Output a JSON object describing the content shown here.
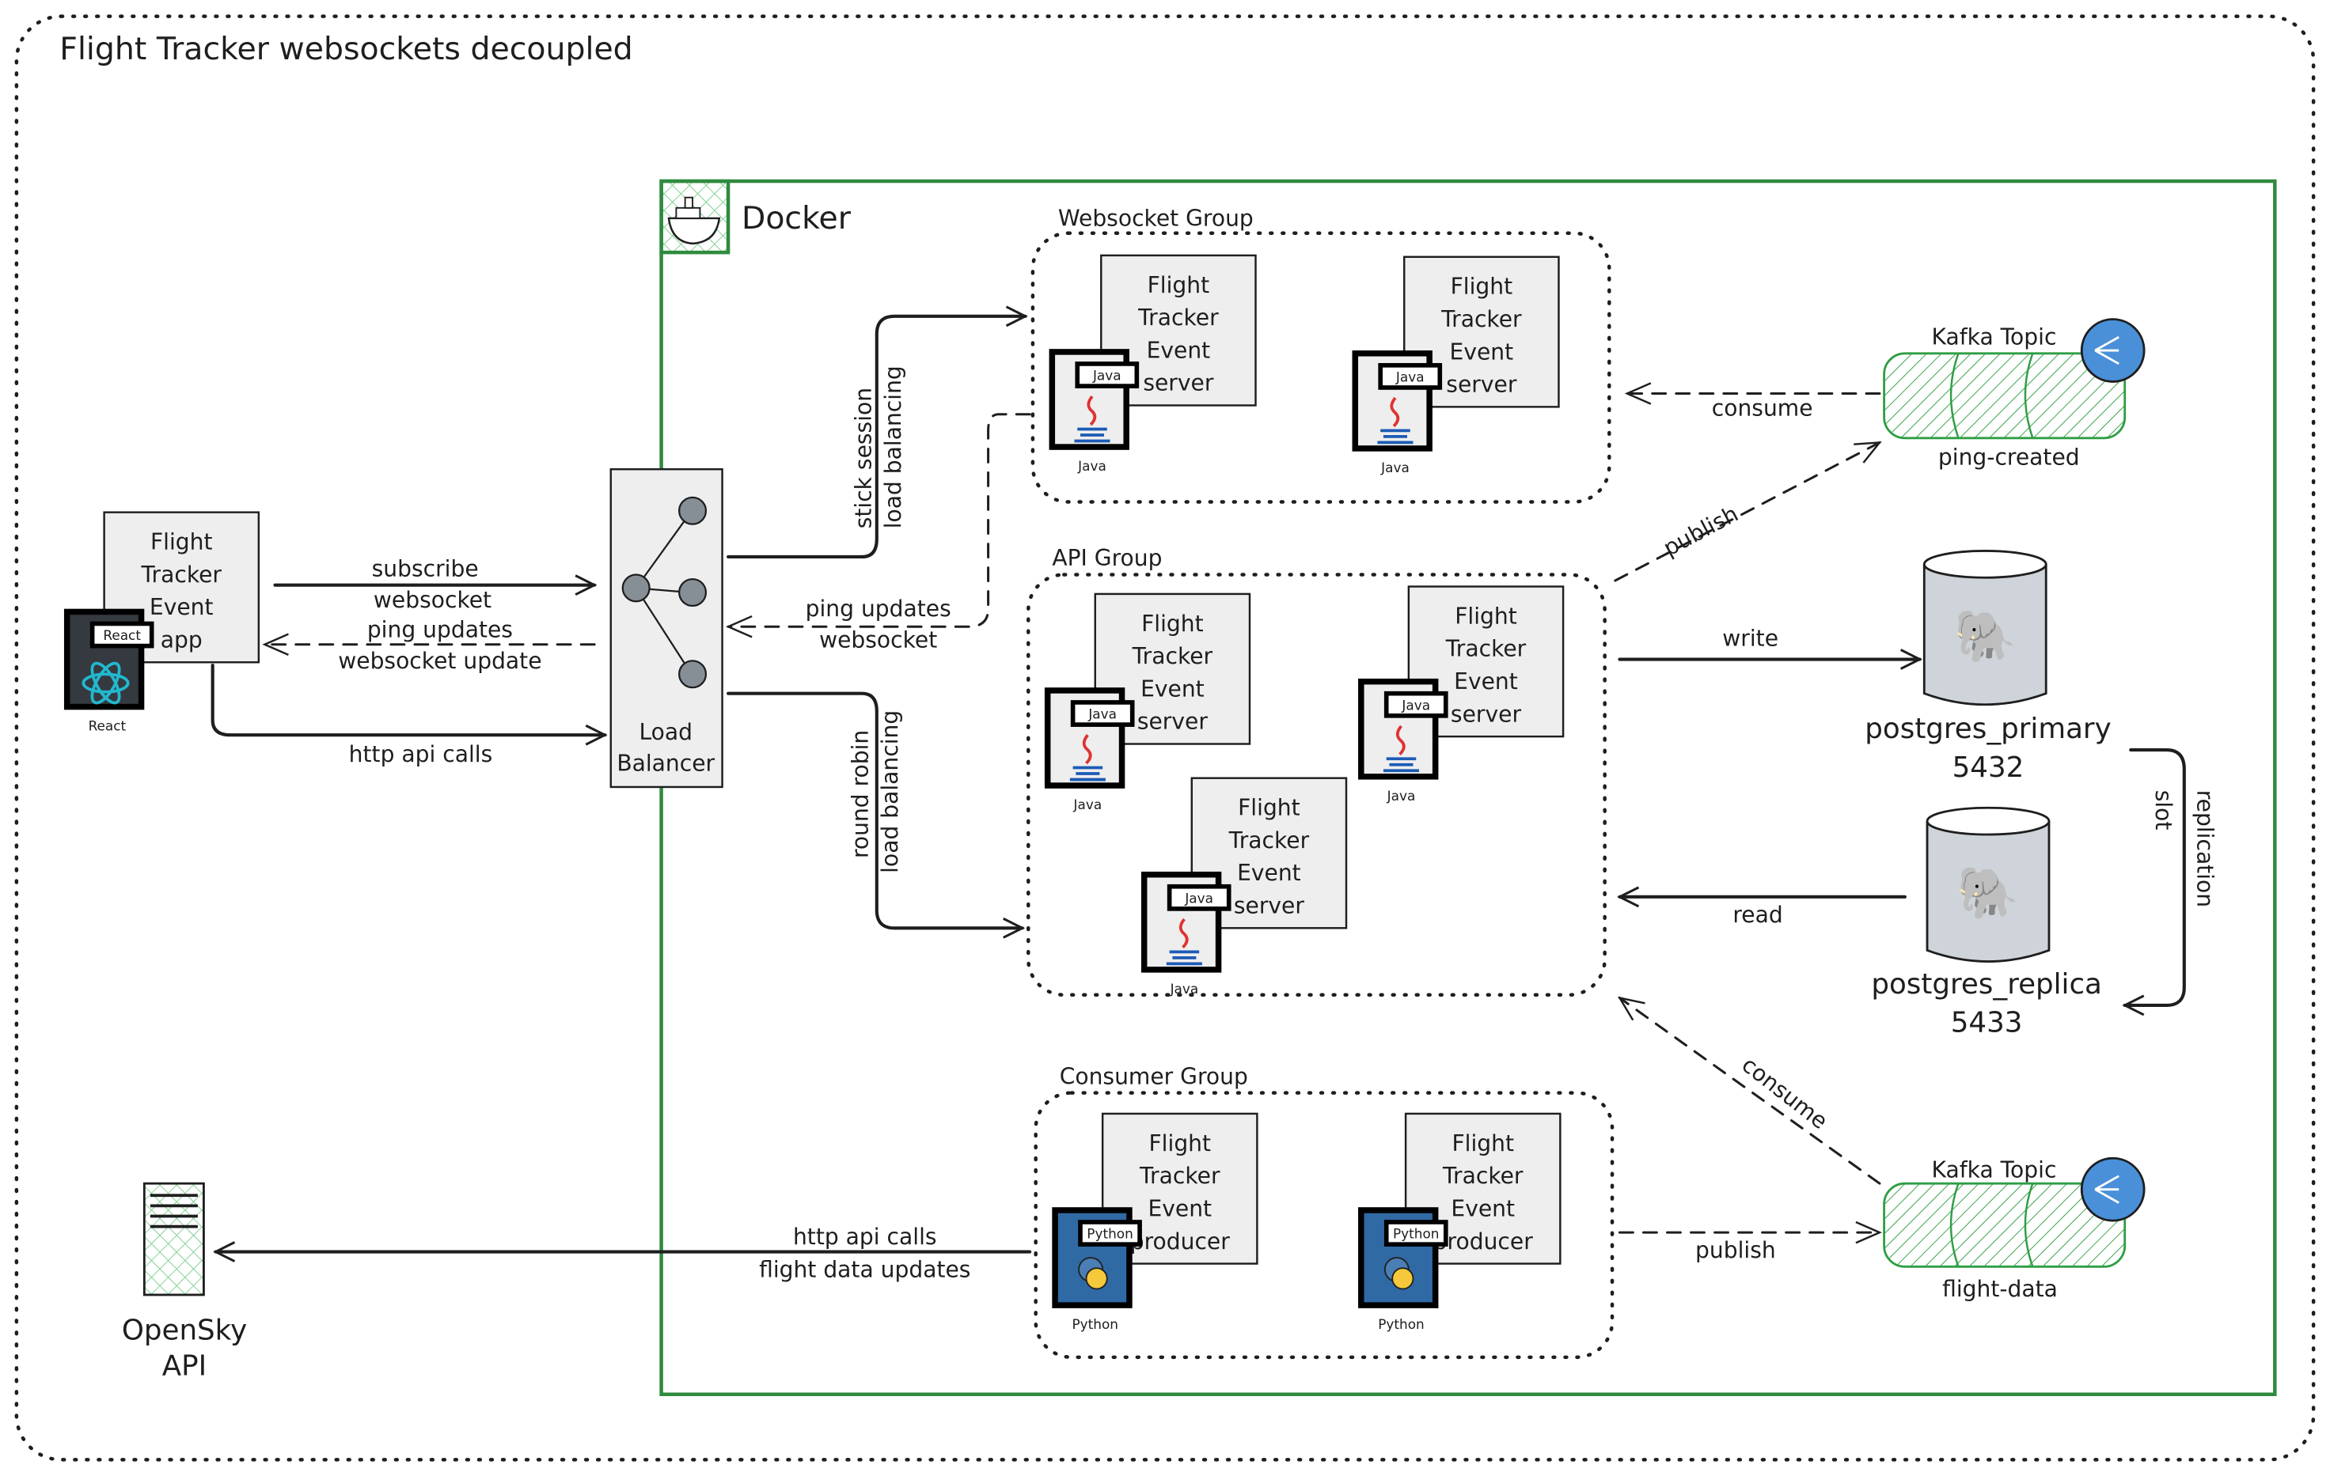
{
  "title": "Flight Tracker websockets decoupled",
  "colors": {
    "docker_border": "#2f8a3e",
    "kafka_fill": "#7ed18f",
    "kafka_icon": "#4a90d9",
    "postgres_fill": "#ced4da",
    "box_fill": "#eeeeee",
    "python_blue": "#2f6aa5"
  },
  "docker": {
    "label": "Docker",
    "icon": "docker-whale-icon"
  },
  "groups": {
    "websocket": "Websocket Group",
    "api": "API Group",
    "consumer": "Consumer Group"
  },
  "server_lines": [
    "Flight",
    "Tracker",
    "Event",
    "server"
  ],
  "producer_lines": [
    "Flight",
    "Tracker",
    "Event",
    "producer"
  ],
  "app_lines": [
    "Flight",
    "Tracker",
    "Event",
    "app"
  ],
  "badges": {
    "java": "Java",
    "python": "Python",
    "react": "React"
  },
  "load_balancer": [
    "Load",
    "Balancer"
  ],
  "kafka": {
    "label": "Kafka Topic",
    "ping_topic": "ping-created",
    "flight_topic": "flight-data"
  },
  "postgres": {
    "primary_name": "postgres_primary",
    "primary_port": "5432",
    "replica_name": "postgres_replica",
    "replica_port": "5433"
  },
  "opensky": [
    "OpenSky",
    "API"
  ],
  "edges": {
    "subscribe": [
      "subscribe",
      "websocket"
    ],
    "client_updates": [
      "ping updates",
      "websocket update"
    ],
    "http_calls": "http api calls",
    "sticky": [
      "stick session",
      "load balancing"
    ],
    "round_robin": [
      "round robin",
      "load balancing"
    ],
    "ws_updates": [
      "ping updates",
      "websocket"
    ],
    "consume_ping": "consume",
    "publish_ping": "publish",
    "write": "write",
    "read": "read",
    "replication": [
      "replication",
      "slot"
    ],
    "consume_flight": "consume",
    "publish_flight": "publish",
    "opensky_calls": [
      "http api calls",
      "flight data updates"
    ]
  }
}
